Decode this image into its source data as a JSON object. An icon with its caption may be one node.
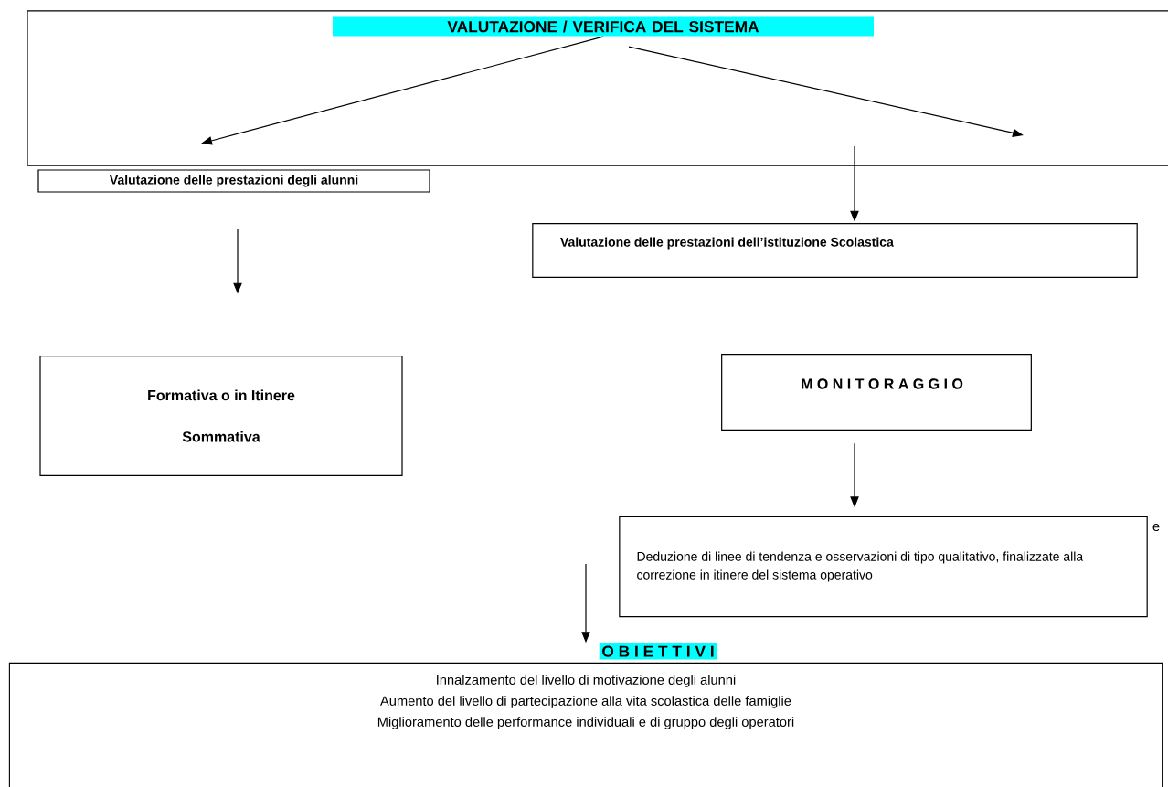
{
  "diagram": {
    "nodes": [
      {
        "text": [
          "VALUTAZIONE / VERIFICA DEL SISTEMA"
        ]
      },
      {
        "text": [
          "Valutazione delle prestazioni degli alunni"
        ]
      },
      {
        "text": [
          "Valutazione delle prestazioni dell’istituzione Scolastica"
        ]
      },
      {
        "text": [
          "Formativa o in Itinere",
          "Sommativa"
        ]
      },
      {
        "text": [
          "M O N I T O R A G G I O"
        ]
      },
      {
        "text": [
          "Deduzione di linee di tendenza e osservazioni di tipo qualitativo, finalizzate alla correzione in itinere del sistema operativo"
        ]
      },
      {
        "text": [
          "O B I E T T I V I",
          "Innalzamento del livello di motivazione degli alunni",
          "Aumento del livello di partecipazione alla vita scolastica delle famiglie",
          "Miglioramento delle performance individuali e di gruppo degli operatori"
        ]
      }
    ],
    "edges": [
      {
        "from": 0,
        "to": null,
        "arrow": "to"
      },
      {
        "from": 0,
        "to": null,
        "arrow": "to"
      },
      {
        "from": 0,
        "to": 2,
        "arrow": "to"
      },
      {
        "from": 1,
        "to": 3,
        "arrow": "to"
      },
      {
        "from": 4,
        "to": 5,
        "arrow": "to"
      },
      {
        "from": null,
        "to": 6,
        "arrow": "to"
      }
    ],
    "labels": [
      "e"
    ]
  }
}
